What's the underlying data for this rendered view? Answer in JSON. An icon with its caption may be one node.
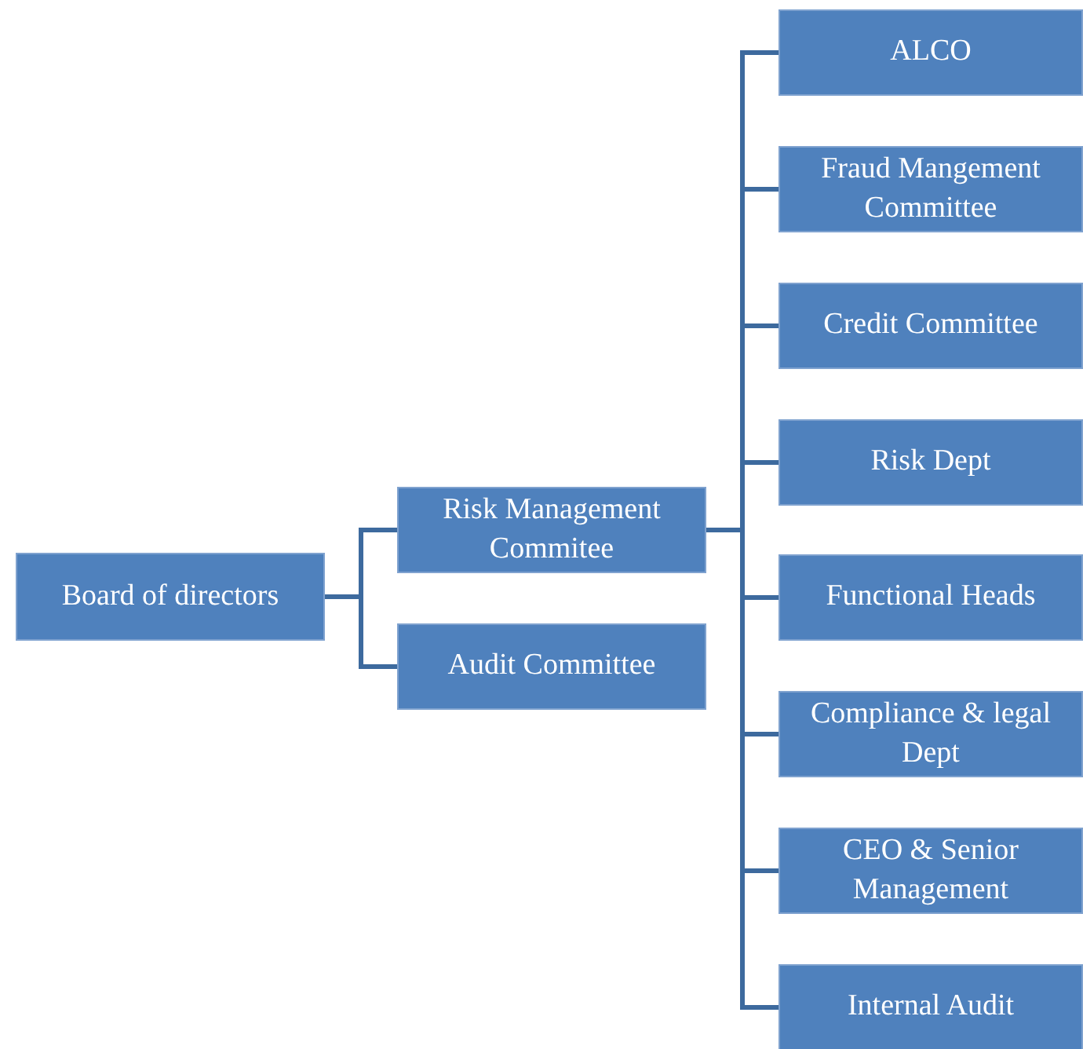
{
  "diagram": {
    "nodes": [
      {
        "text": [
          "Board of directors"
        ]
      },
      {
        "text": [
          "Risk Management Commitee"
        ]
      },
      {
        "text": [
          "Audit Committee"
        ]
      },
      {
        "text": [
          "ALCO"
        ]
      },
      {
        "text": [
          "Fraud Mangement Committee"
        ]
      },
      {
        "text": [
          "Credit Committee"
        ]
      },
      {
        "text": [
          "Risk Dept"
        ]
      },
      {
        "text": [
          "Functional Heads"
        ]
      },
      {
        "text": [
          "Compliance & legal Dept"
        ]
      },
      {
        "text": [
          "CEO & Senior Management"
        ]
      },
      {
        "text": [
          "Internal Audit"
        ]
      }
    ],
    "edges": [
      {
        "from": 0,
        "to": 1,
        "arrow": "none"
      },
      {
        "from": 0,
        "to": 2,
        "arrow": "none"
      },
      {
        "from": 1,
        "to": 3,
        "arrow": "none"
      },
      {
        "from": 1,
        "to": 4,
        "arrow": "none"
      },
      {
        "from": 1,
        "to": 5,
        "arrow": "none"
      },
      {
        "from": 1,
        "to": 6,
        "arrow": "none"
      },
      {
        "from": 1,
        "to": 7,
        "arrow": "none"
      },
      {
        "from": 1,
        "to": 8,
        "arrow": "none"
      },
      {
        "from": 1,
        "to": 9,
        "arrow": "none"
      },
      {
        "from": 1,
        "to": 10,
        "arrow": "none"
      }
    ]
  }
}
